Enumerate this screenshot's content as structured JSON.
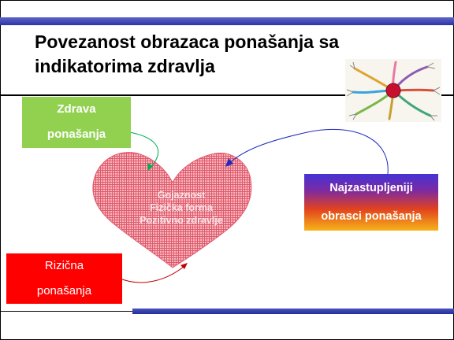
{
  "slide": {
    "title_lines": [
      "Povezanost obrazaca ponašanja sa",
      "indikatorima zdravlja"
    ]
  },
  "boxes": {
    "healthy": {
      "lines": [
        "Zdrava",
        "ponašanja"
      ],
      "color": "#92d050"
    },
    "common": {
      "lines": [
        "Najzastupljeniji",
        "obrasci ponašanja"
      ]
    },
    "risky": {
      "lines": [
        "Rizična",
        "ponašanja"
      ],
      "color": "#ff0000"
    }
  },
  "heart": {
    "lines": [
      "Gojaznost",
      "Fizička forma",
      "Pozitivno zdravlje"
    ],
    "color": "#f08a96"
  },
  "arrow_colors": {
    "healthy": "#00b050",
    "common": "#1f2bc0",
    "risky": "#c00000"
  },
  "image": {
    "icon": "mind-map-image"
  }
}
